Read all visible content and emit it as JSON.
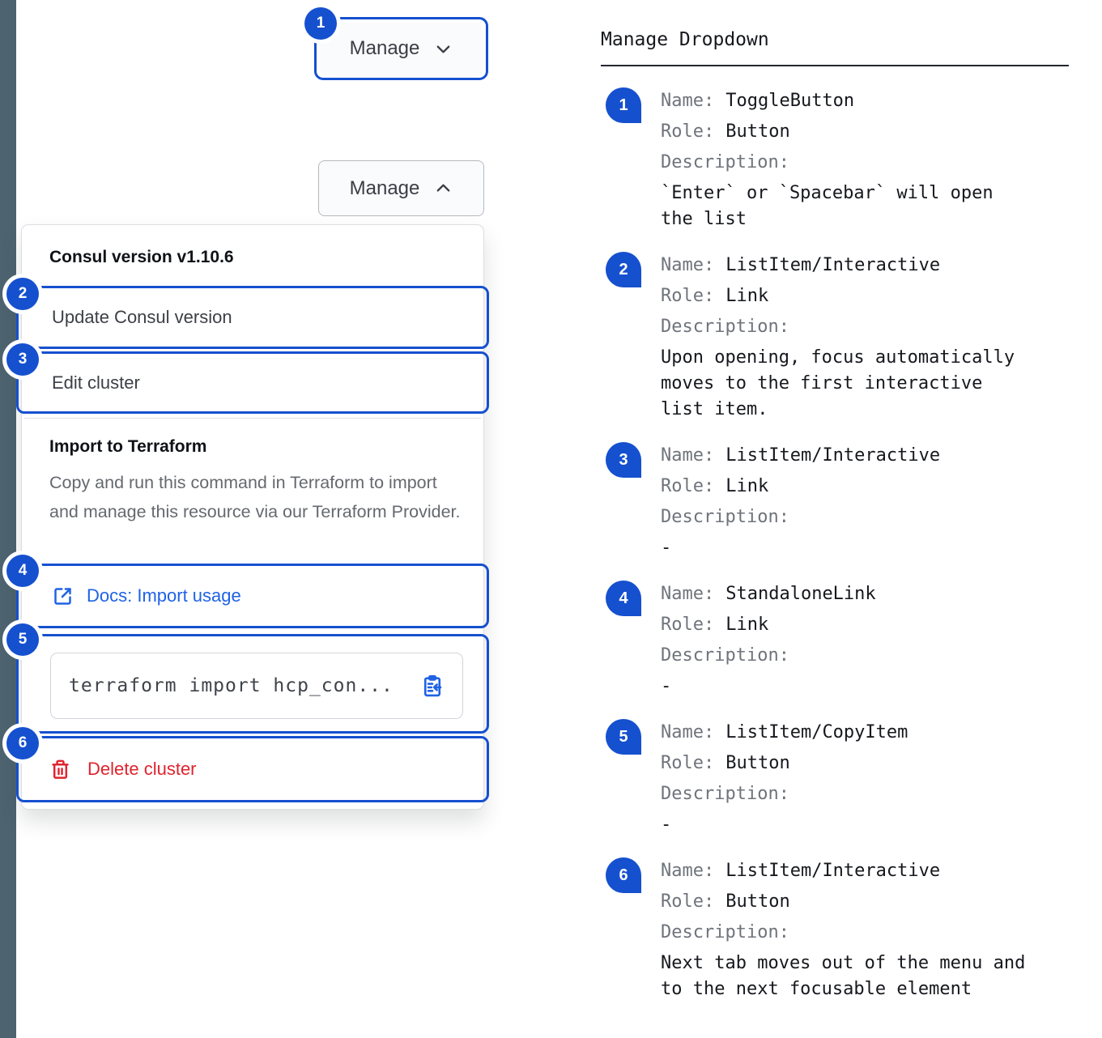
{
  "colors": {
    "annotation_blue": "#1550cf",
    "link_blue": "#1f62e5",
    "danger_red": "#e0232e",
    "rail_gray": "#4d6370"
  },
  "manage_toggle": {
    "label": "Manage",
    "badge": "1"
  },
  "manage_expanded": {
    "label": "Manage"
  },
  "dropdown": {
    "version_header": "Consul version v1.10.6",
    "update_item": {
      "badge": "2",
      "label": "Update Consul version"
    },
    "edit_item": {
      "badge": "3",
      "label": "Edit cluster"
    },
    "terraform": {
      "title": "Import to Terraform",
      "description": "Copy and run this command in Terraform to import and manage this resource via our Terraform Provider.",
      "docs_link": {
        "badge": "4",
        "label": "Docs: Import usage"
      },
      "copy_snippet": {
        "badge": "5",
        "code": "terraform import hcp_con..."
      },
      "delete_item": {
        "badge": "6",
        "label": "Delete cluster"
      }
    }
  },
  "annotations": {
    "title": "Manage Dropdown",
    "labels": {
      "name": "Name:",
      "role": "Role:",
      "description": "Description:"
    },
    "items": [
      {
        "badge": "1",
        "name": "ToggleButton",
        "role": "Button",
        "description": "`Enter` or `Spacebar` will open the list"
      },
      {
        "badge": "2",
        "name": "ListItem/Interactive",
        "role": "Link",
        "description": "Upon opening, focus automatically moves to the first interactive list item."
      },
      {
        "badge": "3",
        "name": "ListItem/Interactive",
        "role": "Link",
        "description": "-"
      },
      {
        "badge": "4",
        "name": "StandaloneLink",
        "role": "Link",
        "description": "-"
      },
      {
        "badge": "5",
        "name": "ListItem/CopyItem",
        "role": "Button",
        "description": "-"
      },
      {
        "badge": "6",
        "name": "ListItem/Interactive",
        "role": "Button",
        "description": "Next tab moves out of the menu and to the next focusable element"
      }
    ]
  }
}
